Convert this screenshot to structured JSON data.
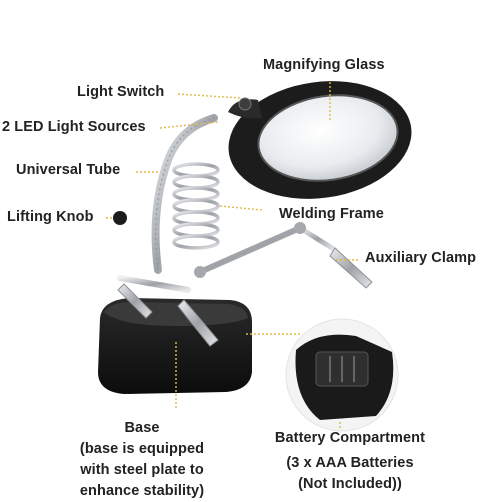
{
  "callouts": {
    "magnifying_glass": "Magnifying Glass",
    "light_switch": "Light Switch",
    "led_sources": "2 LED Light Sources",
    "universal_tube": "Universal Tube",
    "lifting_knob": "Lifting Knob",
    "welding_frame": "Welding Frame",
    "auxiliary_clamp": "Auxiliary Clamp",
    "base_title": "Base",
    "base_line1": "(base is equipped",
    "base_line2": "with steel plate to",
    "base_line3": "enhance stability)",
    "battery_title": "Battery Compartment",
    "battery_line1": "(3 x AAA Batteries",
    "battery_line2": "(Not Included))"
  },
  "colors": {
    "leader": "#e0b84a",
    "device": "#1c1c1c",
    "metal": "#b9bcc0"
  }
}
